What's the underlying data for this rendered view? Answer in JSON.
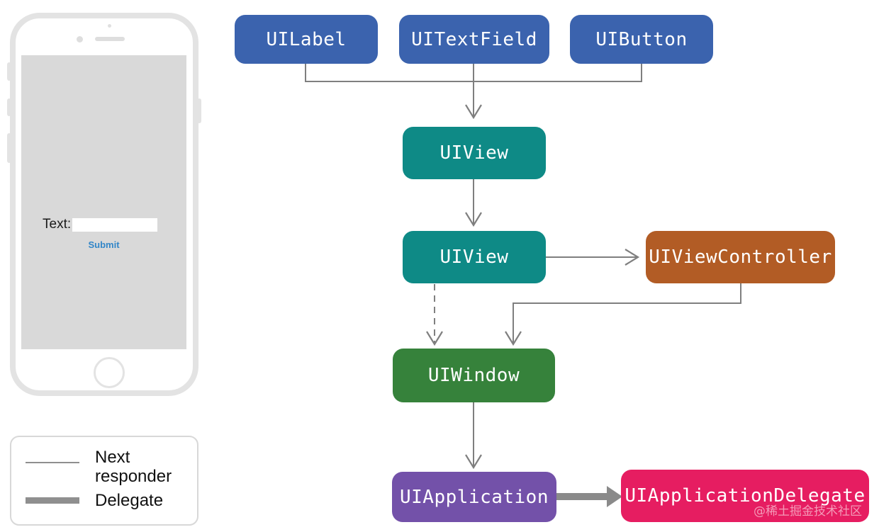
{
  "diagram": {
    "nodes": {
      "uilabel": {
        "label": "UILabel",
        "color": "#3b63ae"
      },
      "uitextfield": {
        "label": "UITextField",
        "color": "#3b63ae"
      },
      "uibutton": {
        "label": "UIButton",
        "color": "#3b63ae"
      },
      "uiview_top": {
        "label": "UIView",
        "color": "#0e8a86"
      },
      "uiview_mid": {
        "label": "UIView",
        "color": "#0e8a86"
      },
      "uiviewcontroller": {
        "label": "UIViewController",
        "color": "#b25c25"
      },
      "uiwindow": {
        "label": "UIWindow",
        "color": "#36823b"
      },
      "uiapplication": {
        "label": "UIApplication",
        "color": "#7351a9"
      },
      "uiapplicationdelegate": {
        "label": "UIApplicationDelegate",
        "color": "#e61d61"
      }
    },
    "watermark": "@稀土掘金技术社区",
    "connector_color": "#7f7f7f",
    "delegate_arrow_color": "#8a8a8a"
  },
  "phone": {
    "text_label": "Text:",
    "input_value": "",
    "submit_label": "Submit",
    "submit_color": "#3286c8"
  },
  "legend": {
    "next_responder": "Next responder",
    "delegate": "Delegate"
  }
}
